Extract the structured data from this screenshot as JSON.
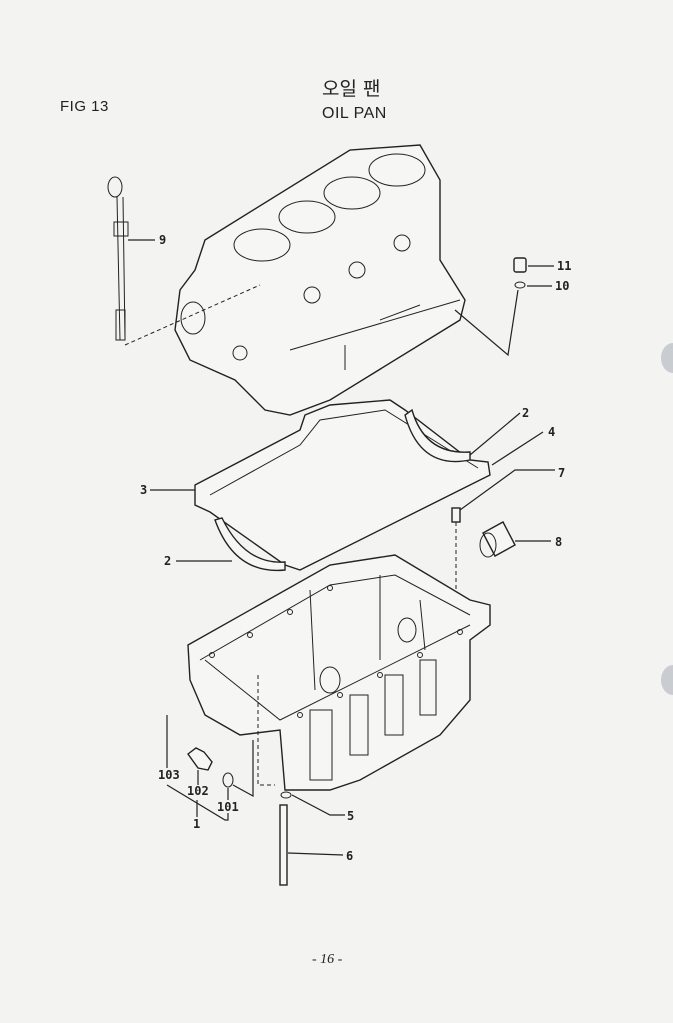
{
  "figure": "FIG 13",
  "title_korean": "오일 팬",
  "title_english": "OIL PAN",
  "page_number": "- 16 -",
  "callouts": {
    "dipstick": "9",
    "drain_plug": "11",
    "gasket_plug": "10",
    "seal_right": "2",
    "gasket_side": "4",
    "gasket_main": "3",
    "pin": "7",
    "seal_left": "2",
    "bushing": "8",
    "assembly_103": "103",
    "bolt_102": "102",
    "washer_101": "101",
    "assembly_1": "1",
    "washer_5": "5",
    "stud_6": "6"
  }
}
